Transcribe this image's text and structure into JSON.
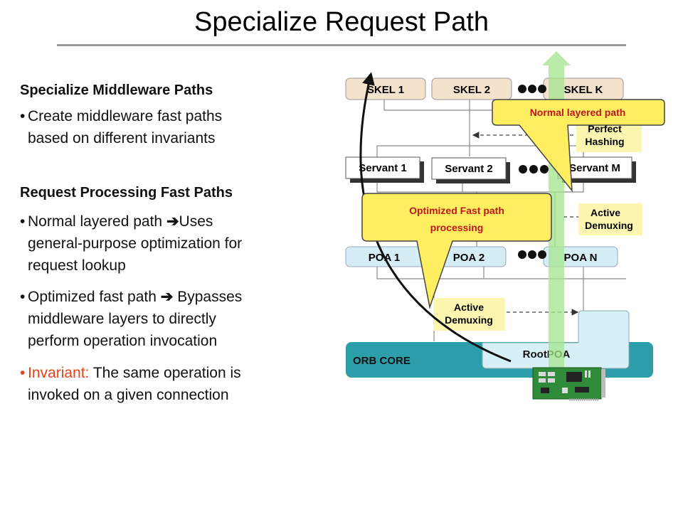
{
  "title": "Specialize Request Path",
  "left": {
    "section1": {
      "heading": "Specialize Middleware Paths",
      "bullets": [
        {
          "l1": "Create middleware fast paths",
          "l2": "based on different invariants"
        }
      ]
    },
    "section2": {
      "heading": "Request Processing Fast Paths",
      "b1": {
        "l1a": "Normal layered path ",
        "arrow": "➔",
        "l1b": "Uses",
        "l2": "general-purpose optimization for",
        "l3": "request lookup"
      },
      "b2": {
        "l1a": "Optimized fast path ",
        "arrow": "➔",
        "l1b": " Bypasses",
        "l2": "middleware layers to directly",
        "l3": "perform operation invocation"
      },
      "b3": {
        "label": "Invariant:",
        "l1": " The same operation is",
        "l2": "invoked on a given connection"
      }
    },
    "bullet_char": "•"
  },
  "diagram": {
    "skel": [
      "SKEL 1",
      "SKEL 2",
      "SKEL K"
    ],
    "servant": [
      "Servant 1",
      "Servant 2",
      "Servant M"
    ],
    "poa": [
      "POA 1",
      "POA 2",
      "POA N"
    ],
    "perfect_hashing": [
      "Perfect",
      "Hashing"
    ],
    "active_demux_upper": [
      "Active",
      "Demuxing"
    ],
    "active_demux_lower": [
      "Active",
      "Demuxing"
    ],
    "orb_core": "ORB CORE",
    "root_poa": "RootPOA",
    "callout_normal": "Normal layered path",
    "callout_fast": [
      "Optimized Fast path",
      "processing"
    ],
    "colors": {
      "skel_fill": "#f3e3cd",
      "servant_fill": "#ffffff",
      "poa_fill": "#d5eef6",
      "yellow_box": "#fdf6b0",
      "orb_core": "#2b9ea9",
      "root_poa": "#d7f0f7",
      "callout_fill": "#ffee60",
      "callout_text": "#c0171d",
      "green_arrow": "#a4e48c",
      "invariant": "#e8431a"
    }
  }
}
